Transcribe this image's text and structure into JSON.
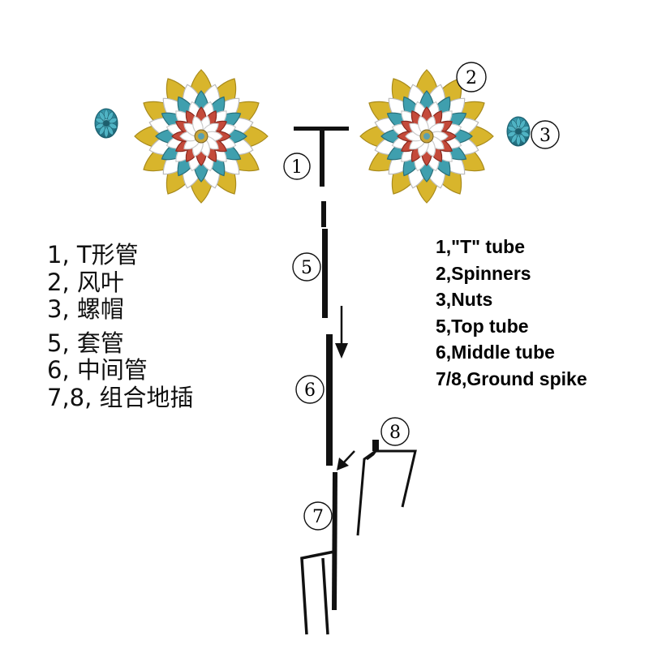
{
  "chinese_labels": [
    "1, T形管",
    "2, 风叶",
    "3, 螺帽",
    "5, 套管",
    "6, 中间管",
    "7,8, 组合地插"
  ],
  "english_labels": [
    "1,\"T\" tube",
    "2,Spinners",
    "3,Nuts",
    "5,Top tube",
    "6,Middle tube",
    "7/8,Ground spike"
  ],
  "part_numbers": {
    "t_tube": "1",
    "spinner": "2",
    "nut": "3",
    "top_tube": "5",
    "middle_tube": "6",
    "spike_7": "7",
    "spike_8": "8"
  },
  "colors": {
    "petal_yellow": "#d8b52c",
    "petal_teal": "#3f9fae",
    "petal_red": "#c44a3a",
    "nut_blue": "#2e8fa3",
    "pole": "#111111"
  }
}
